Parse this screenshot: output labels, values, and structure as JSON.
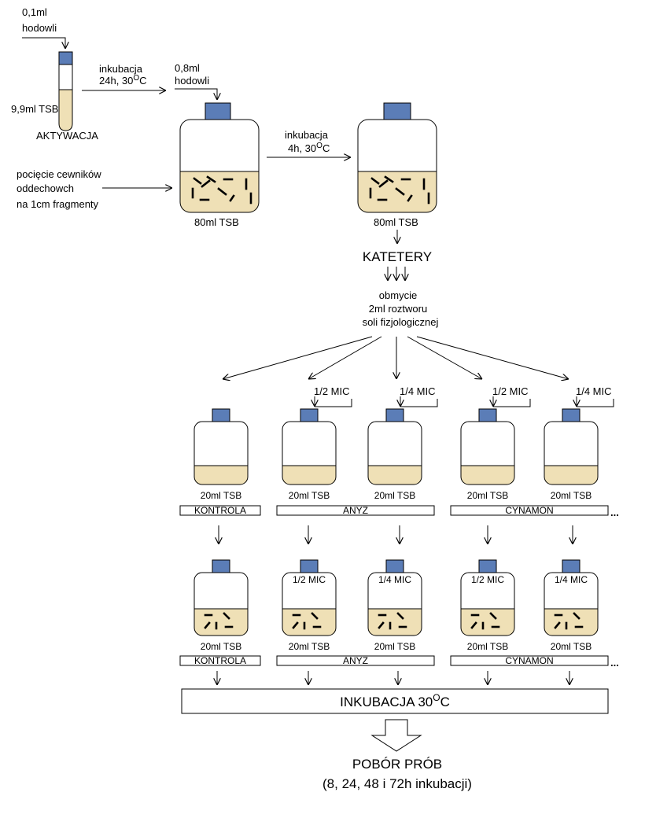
{
  "activation": {
    "input_line1": "0,1ml",
    "input_line2": "hodowli",
    "volume": "9,9ml TSB",
    "label": "AKTYWACJA"
  },
  "step1": {
    "line1": "inkubacja",
    "line2_prefix": "24h, 30",
    "deg": "O",
    "unit": "C"
  },
  "culture_in": {
    "line1": "0,8ml",
    "line2": "hodowli"
  },
  "catheters_in": {
    "line1": "pocięcie cewników",
    "line2": "oddechowch",
    "line3": "na 1cm fragmenty"
  },
  "bottle1_label": "80ml TSB",
  "step2": {
    "line1": "inkubacja",
    "line2_prefix": "4h, 30",
    "deg": "O",
    "unit": "C"
  },
  "bottle2_label": "80ml TSB",
  "katetery": "KATETERY",
  "wash": {
    "line1": "obmycie",
    "line2": "2ml roztworu",
    "line3": "soli fizjologicznej"
  },
  "row1": {
    "mic_labels": [
      "1/2 MIC",
      "1/4 MIC",
      "1/2 MIC",
      "1/4 MIC"
    ],
    "volume": "20ml TSB",
    "groups": [
      "KONTROLA",
      "ANYŻ",
      "CYNAMON"
    ],
    "ellipsis": "..."
  },
  "row2": {
    "mic_labels": [
      "1/2 MIC",
      "1/4 MIC",
      "1/2 MIC",
      "1/4 MIC"
    ],
    "volume": "20ml TSB",
    "groups": [
      "KONTROLA",
      "ANYŻ",
      "CYNAMON"
    ],
    "ellipsis": "..."
  },
  "incubation": {
    "prefix": "INKUBACJA 30",
    "deg": "O",
    "unit": "C"
  },
  "sampling": {
    "line1": "POBÓR PRÓB",
    "line2": "(8, 24, 48 i 72h inkubacji)"
  },
  "colors": {
    "medium": "#efe0b6",
    "cap": "#5b7db7"
  }
}
